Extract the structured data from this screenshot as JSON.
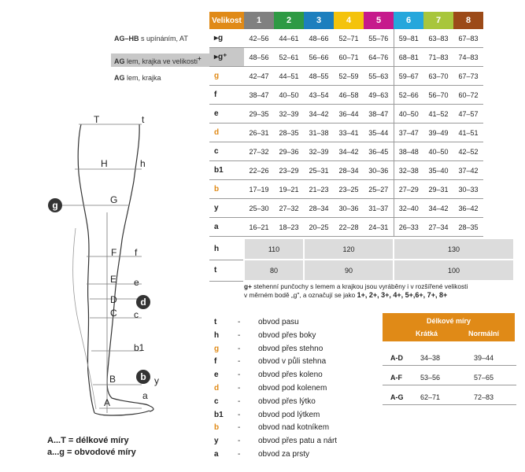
{
  "size_table": {
    "header_label": "Velikost",
    "sizes": [
      {
        "label": "1",
        "color": "#808080"
      },
      {
        "label": "2",
        "color": "#2e9a44"
      },
      {
        "label": "3",
        "color": "#1c7fbe"
      },
      {
        "label": "4",
        "color": "#f4c30c"
      },
      {
        "label": "5",
        "color": "#c61a8c"
      },
      {
        "label": "6",
        "color": "#25a7dc"
      },
      {
        "label": "7",
        "color": "#a8c63c"
      },
      {
        "label": "8",
        "color": "#9c4a18"
      }
    ],
    "rows": [
      {
        "label": "▸g",
        "values": [
          "42–56",
          "44–61",
          "48–66",
          "52–71",
          "55–76",
          "59–81",
          "63–83",
          "67–83"
        ]
      },
      {
        "label": "▸g⁺",
        "values": [
          "48–56",
          "52–61",
          "56–66",
          "60–71",
          "64–76",
          "68–81",
          "71–83",
          "74–83"
        ]
      },
      {
        "label": "g",
        "values": [
          "42–47",
          "44–51",
          "48–55",
          "52–59",
          "55–63",
          "59–67",
          "63–70",
          "67–73"
        ]
      },
      {
        "label": "f",
        "values": [
          "38–47",
          "40–50",
          "43–54",
          "46–58",
          "49–63",
          "52–66",
          "56–70",
          "60–72"
        ]
      },
      {
        "label": "e",
        "values": [
          "29–35",
          "32–39",
          "34–42",
          "36–44",
          "38–47",
          "40–50",
          "41–52",
          "47–57"
        ]
      },
      {
        "label": "d",
        "values": [
          "26–31",
          "28–35",
          "31–38",
          "33–41",
          "35–44",
          "37–47",
          "39–49",
          "41–51"
        ]
      },
      {
        "label": "c",
        "values": [
          "27–32",
          "29–36",
          "32–39",
          "34–42",
          "36–45",
          "38–48",
          "40–50",
          "42–52"
        ]
      },
      {
        "label": "b1",
        "values": [
          "22–26",
          "23–29",
          "25–31",
          "28–34",
          "30–36",
          "32–38",
          "35–40",
          "37–42"
        ]
      },
      {
        "label": "b",
        "values": [
          "17–19",
          "19–21",
          "21–23",
          "23–25",
          "25–27",
          "27–29",
          "29–31",
          "30–33"
        ]
      },
      {
        "label": "y",
        "values": [
          "25–30",
          "27–32",
          "28–34",
          "30–36",
          "31–37",
          "32–40",
          "34–42",
          "36–42"
        ]
      },
      {
        "label": "a",
        "values": [
          "16–21",
          "18–23",
          "20–25",
          "22–28",
          "24–31",
          "26–33",
          "27–34",
          "28–35"
        ]
      }
    ]
  },
  "left_labels": {
    "ag_hb_bold": "AG–HB",
    "ag_hb_rest": " s upínáním, AT",
    "ag_sil_bold": "AG",
    "ag_sil_rest": " lem, krajka ve velikosti",
    "ag_sil_plus": "+",
    "ag_bold": "AG",
    "ag_rest": " lem, krajka"
  },
  "ht_table": {
    "rows": [
      {
        "label": "h",
        "values": [
          "110",
          "120",
          "130"
        ]
      },
      {
        "label": "t",
        "values": [
          "80",
          "90",
          "100"
        ]
      }
    ]
  },
  "gplus_note": {
    "prefix": "g+",
    "line1": " stehenní punčochy s lemem a krajkou jsou vyráběny i v rozšířené velikosti",
    "line2": "v měrném bodě „g\", a označují se jako ",
    "sizes": "1+, 2+, 3+, 4+, 5+,6+, 7+, 8+"
  },
  "legend": [
    {
      "sym": "t",
      "dash": "-",
      "text": "obvod pasu",
      "orange": false
    },
    {
      "sym": "h",
      "dash": "-",
      "text": "obvod přes boky",
      "orange": false
    },
    {
      "sym": "g",
      "dash": "-",
      "text": "obvod přes stehno",
      "orange": true
    },
    {
      "sym": "f",
      "dash": "-",
      "text": "obvod v půli stehna",
      "orange": false
    },
    {
      "sym": "e",
      "dash": "-",
      "text": "obvod přes koleno",
      "orange": false
    },
    {
      "sym": "d",
      "dash": "-",
      "text": "obvod pod kolenem",
      "orange": true
    },
    {
      "sym": "c",
      "dash": "-",
      "text": "obvod přes lýtko",
      "orange": false
    },
    {
      "sym": "b1",
      "dash": "-",
      "text": "obvod pod lýtkem",
      "orange": false
    },
    {
      "sym": "b",
      "dash": "-",
      "text": "obvod nad kotníkem",
      "orange": true
    },
    {
      "sym": "y",
      "dash": "-",
      "text": "obvod přes patu a nárt",
      "orange": false
    },
    {
      "sym": "a",
      "dash": "-",
      "text": "obvod za prsty",
      "orange": false
    }
  ],
  "length_table": {
    "title": "Délkové míry",
    "col_short": "Krátká",
    "col_normal": "Normální",
    "rows": [
      {
        "label": "A-D",
        "short": "34–38",
        "normal": "39–44"
      },
      {
        "label": "A-F",
        "short": "53–56",
        "normal": "57–65"
      },
      {
        "label": "A-G",
        "short": "62–71",
        "normal": "72–83"
      }
    ]
  },
  "diagram": {
    "T": "T",
    "t": "t",
    "H": "H",
    "h": "h",
    "G": "G",
    "g": "g",
    "F": "F",
    "f": "f",
    "E": "E",
    "e": "e",
    "D": "D",
    "d": "d",
    "C": "C",
    "c": "c",
    "b1": "b1",
    "B": "B",
    "b": "b",
    "y": "y",
    "A": "A",
    "a": "a"
  },
  "legend_foot": {
    "line1": "A...T = délkové míry",
    "line2": "a...g = obvodové míry"
  },
  "colors": {
    "accent": "#e08a17",
    "row_gray": "#dcdcdc",
    "highlight_gray": "#c8c8c8"
  }
}
